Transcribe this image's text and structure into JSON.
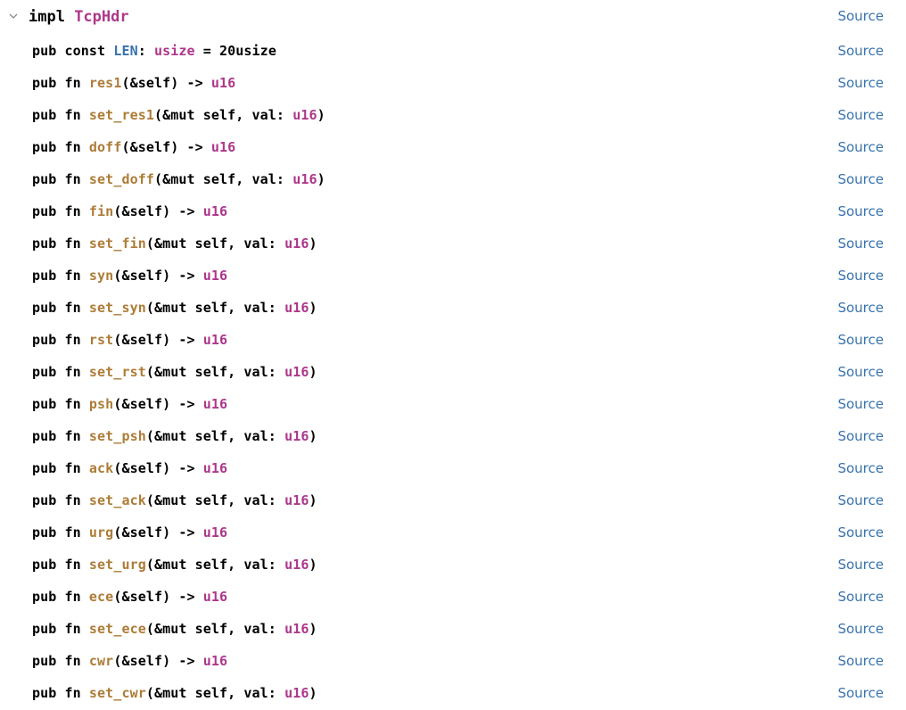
{
  "impl": {
    "keyword": "impl ",
    "type_name": "TcpHdr",
    "source_label": "Source",
    "toggle_icon": "chevron-down-icon"
  },
  "colors": {
    "type": "#ad378a",
    "fn": "#ad7c37",
    "const": "#3873ad",
    "link": "#3873ad"
  },
  "items": [
    {
      "kind": "const",
      "prefix": "pub const ",
      "name": "LEN",
      "mid": ": ",
      "type": "usize",
      "suffix": " = 20usize",
      "source": "Source"
    },
    {
      "kind": "getter",
      "prefix": "pub fn ",
      "name": "res1",
      "mid": "(&self) -> ",
      "type": "u16",
      "suffix": "",
      "source": "Source"
    },
    {
      "kind": "setter",
      "prefix": "pub fn ",
      "name": "set_res1",
      "mid": "(&mut self, val: ",
      "type": "u16",
      "suffix": ")",
      "source": "Source"
    },
    {
      "kind": "getter",
      "prefix": "pub fn ",
      "name": "doff",
      "mid": "(&self) -> ",
      "type": "u16",
      "suffix": "",
      "source": "Source"
    },
    {
      "kind": "setter",
      "prefix": "pub fn ",
      "name": "set_doff",
      "mid": "(&mut self, val: ",
      "type": "u16",
      "suffix": ")",
      "source": "Source"
    },
    {
      "kind": "getter",
      "prefix": "pub fn ",
      "name": "fin",
      "mid": "(&self) -> ",
      "type": "u16",
      "suffix": "",
      "source": "Source"
    },
    {
      "kind": "setter",
      "prefix": "pub fn ",
      "name": "set_fin",
      "mid": "(&mut self, val: ",
      "type": "u16",
      "suffix": ")",
      "source": "Source"
    },
    {
      "kind": "getter",
      "prefix": "pub fn ",
      "name": "syn",
      "mid": "(&self) -> ",
      "type": "u16",
      "suffix": "",
      "source": "Source"
    },
    {
      "kind": "setter",
      "prefix": "pub fn ",
      "name": "set_syn",
      "mid": "(&mut self, val: ",
      "type": "u16",
      "suffix": ")",
      "source": "Source"
    },
    {
      "kind": "getter",
      "prefix": "pub fn ",
      "name": "rst",
      "mid": "(&self) -> ",
      "type": "u16",
      "suffix": "",
      "source": "Source"
    },
    {
      "kind": "setter",
      "prefix": "pub fn ",
      "name": "set_rst",
      "mid": "(&mut self, val: ",
      "type": "u16",
      "suffix": ")",
      "source": "Source"
    },
    {
      "kind": "getter",
      "prefix": "pub fn ",
      "name": "psh",
      "mid": "(&self) -> ",
      "type": "u16",
      "suffix": "",
      "source": "Source"
    },
    {
      "kind": "setter",
      "prefix": "pub fn ",
      "name": "set_psh",
      "mid": "(&mut self, val: ",
      "type": "u16",
      "suffix": ")",
      "source": "Source"
    },
    {
      "kind": "getter",
      "prefix": "pub fn ",
      "name": "ack",
      "mid": "(&self) -> ",
      "type": "u16",
      "suffix": "",
      "source": "Source"
    },
    {
      "kind": "setter",
      "prefix": "pub fn ",
      "name": "set_ack",
      "mid": "(&mut self, val: ",
      "type": "u16",
      "suffix": ")",
      "source": "Source"
    },
    {
      "kind": "getter",
      "prefix": "pub fn ",
      "name": "urg",
      "mid": "(&self) -> ",
      "type": "u16",
      "suffix": "",
      "source": "Source"
    },
    {
      "kind": "setter",
      "prefix": "pub fn ",
      "name": "set_urg",
      "mid": "(&mut self, val: ",
      "type": "u16",
      "suffix": ")",
      "source": "Source"
    },
    {
      "kind": "getter",
      "prefix": "pub fn ",
      "name": "ece",
      "mid": "(&self) -> ",
      "type": "u16",
      "suffix": "",
      "source": "Source"
    },
    {
      "kind": "setter",
      "prefix": "pub fn ",
      "name": "set_ece",
      "mid": "(&mut self, val: ",
      "type": "u16",
      "suffix": ")",
      "source": "Source"
    },
    {
      "kind": "getter",
      "prefix": "pub fn ",
      "name": "cwr",
      "mid": "(&self) -> ",
      "type": "u16",
      "suffix": "",
      "source": "Source"
    },
    {
      "kind": "setter",
      "prefix": "pub fn ",
      "name": "set_cwr",
      "mid": "(&mut self, val: ",
      "type": "u16",
      "suffix": ")",
      "source": "Source"
    }
  ]
}
